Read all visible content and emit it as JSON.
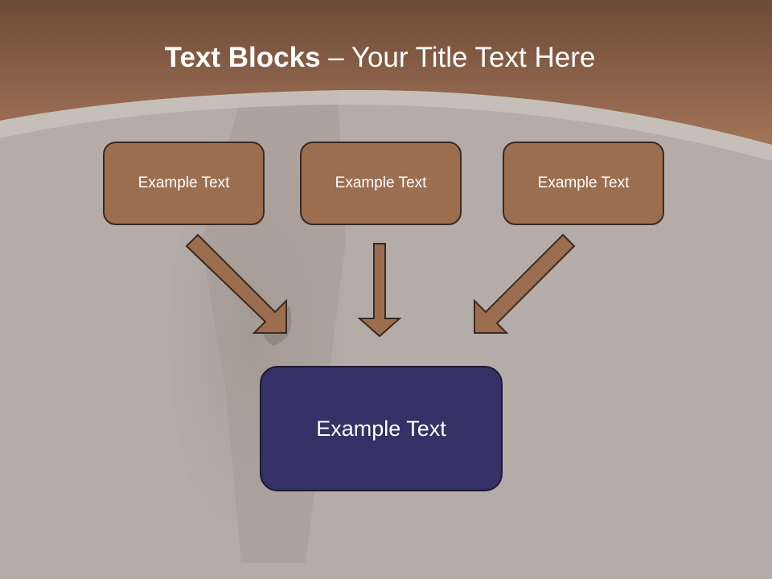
{
  "slide": {
    "title_bold": "Text Blocks",
    "title_rest": " – Your Title Text Here",
    "boxes": [
      {
        "label": "Example Text"
      },
      {
        "label": "Example Text"
      },
      {
        "label": "Example Text"
      }
    ],
    "main_box": {
      "label": "Example Text"
    }
  },
  "colors": {
    "header_brown": "#8f6045",
    "box_brown": "#9c6e50",
    "main_box_navy": "#353166",
    "background_gray": "#b3aca8"
  }
}
